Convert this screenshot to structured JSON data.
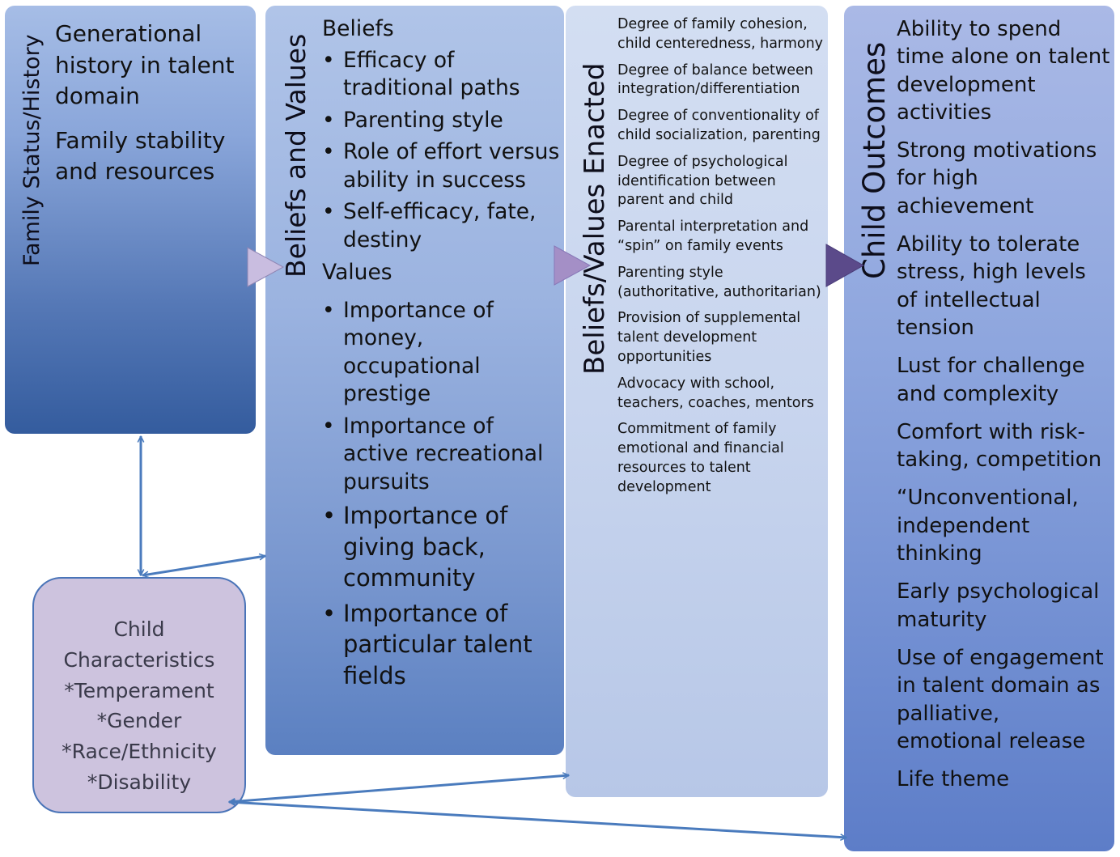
{
  "family_status": {
    "title": "Family Status/History",
    "items": [
      "Generational history in talent domain",
      "Family stability and resources"
    ]
  },
  "beliefs_values": {
    "title": "Beliefs and Values",
    "beliefs_heading": "Beliefs",
    "beliefs": [
      "Efficacy of traditional paths",
      "Parenting style",
      "Role of effort versus ability in success",
      "Self-efficacy, fate, destiny"
    ],
    "values_heading": "Values",
    "values": [
      "Importance of money, occupational prestige",
      "Importance of active recreational pursuits",
      "Importance of giving back, community",
      "Importance of particular talent fields"
    ]
  },
  "enacted": {
    "title": "Beliefs/Values Enacted",
    "items": [
      "Degree of family cohesion, child centeredness, harmony",
      "Degree of balance between integration/differentiation",
      "Degree of conventionality of child socialization, parenting",
      "Degree of psychological identification between parent and child",
      "Parental interpretation and “spin” on family events",
      "Parenting style (authoritative, authoritarian)",
      "Provision of supplemental talent development opportunities",
      "Advocacy with school, teachers, coaches, mentors",
      "Commitment of family emotional and financial resources to talent development"
    ]
  },
  "outcomes": {
    "title": "Child Outcomes",
    "items": [
      "Ability to spend time alone on talent development activities",
      "Strong motivations for high achievement",
      "Ability to tolerate stress, high levels of intellectual tension",
      "Lust for challenge and complexity",
      "Comfort with risk-taking, competition",
      "“Unconventional, independent thinking",
      "Early psychological maturity",
      "Use of engagement in talent domain as palliative, emotional release",
      "Life theme"
    ]
  },
  "child_characteristics": {
    "lines": [
      "Child",
      "Characteristics",
      "*Temperament",
      "*Gender",
      "*Race/Ethnicity",
      "*Disability"
    ]
  },
  "colors": {
    "arrow_line": "#4a7bbd",
    "chevron_1": "#c9bde0",
    "chevron_2": "#a48fc6",
    "chevron_3": "#5b4a8a"
  }
}
